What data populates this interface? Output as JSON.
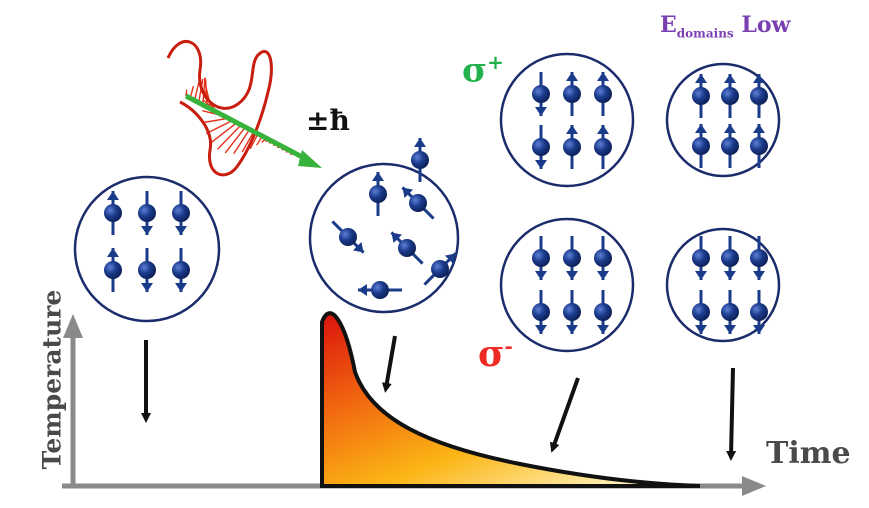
{
  "axes": {
    "y_label": "Temperature",
    "x_label": "Time"
  },
  "labels": {
    "hbar": "±ħ",
    "sigma_plus": "σ",
    "sigma_plus_sup": "+",
    "sigma_minus": "σ",
    "sigma_minus_sup": "-",
    "energy_main": "E",
    "energy_sub": "domains",
    "energy_tail": " Low"
  },
  "colors": {
    "axis": "#888888",
    "circle_stroke": "#1a2c6b",
    "spin": "#1a3a8a",
    "pulse_top": "#e2170f",
    "pulse_bottom": "#fff6c0",
    "sigma_plus": "#22b14c",
    "sigma_minus": "#ee2a24",
    "energy_label": "#7a3fb0",
    "light_wave": "#e53018",
    "light_axis": "#37b23a"
  },
  "domains": [
    {
      "name": "initial-domain",
      "spins": [
        "up",
        "down",
        "down",
        "up",
        "down",
        "down"
      ]
    },
    {
      "name": "disordered-domain",
      "spins": [
        "up",
        "nw",
        "se",
        "nw",
        "ne",
        "w",
        "up"
      ]
    },
    {
      "name": "sigma-plus-domain-1",
      "spins": [
        "down",
        "up",
        "up",
        "down",
        "up",
        "up"
      ]
    },
    {
      "name": "sigma-plus-domain-2",
      "spins": [
        "up",
        "up",
        "up",
        "up",
        "up",
        "up"
      ]
    },
    {
      "name": "sigma-minus-domain-1",
      "spins": [
        "down",
        "down",
        "down",
        "down",
        "down",
        "down"
      ]
    },
    {
      "name": "sigma-minus-domain-2",
      "spins": [
        "down",
        "down",
        "down",
        "down",
        "down",
        "down"
      ]
    }
  ]
}
